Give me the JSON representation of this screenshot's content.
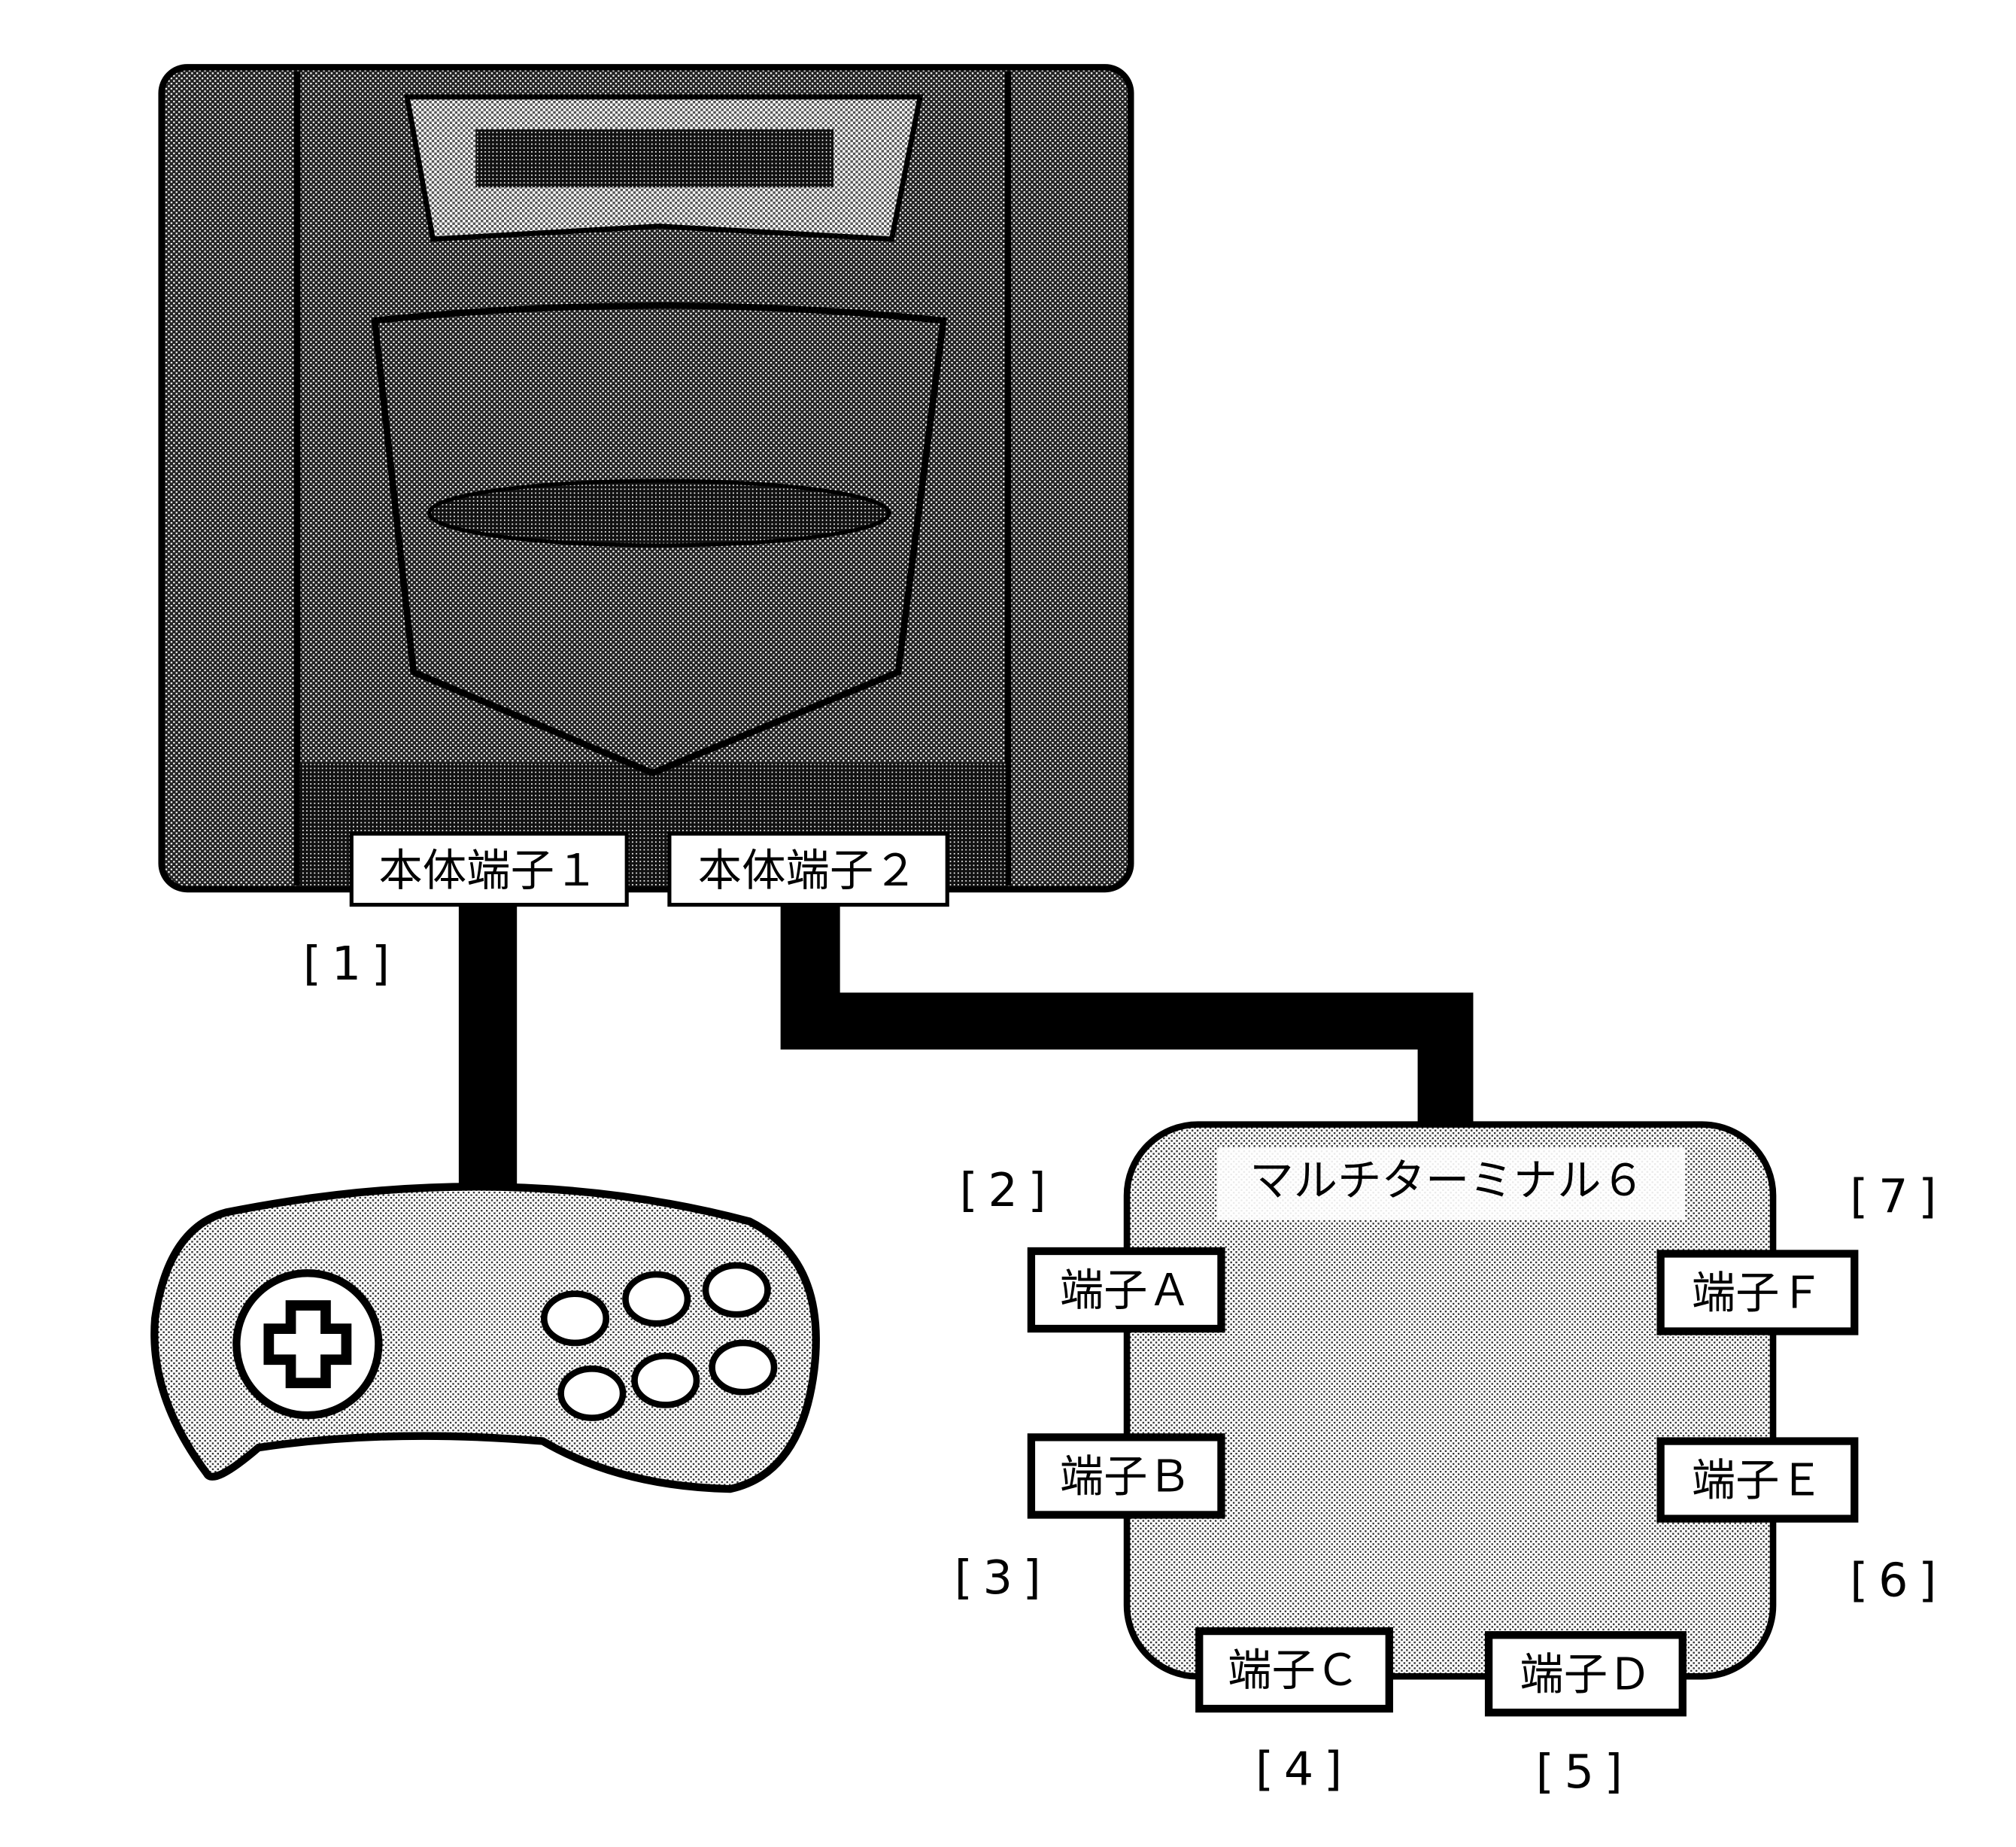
{
  "console": {
    "port1_label": "本体端子１",
    "port2_label": "本体端子２"
  },
  "multi_terminal": {
    "title": "マルチターミナル６",
    "terminals": {
      "a": "端子Ａ",
      "b": "端子Ｂ",
      "c": "端子Ｃ",
      "d": "端子Ｄ",
      "e": "端子Ｅ",
      "f": "端子Ｆ"
    }
  },
  "markers": [
    "[1]",
    "[2]",
    "[3]",
    "[4]",
    "[5]",
    "[6]",
    "[7]"
  ],
  "colors": {
    "ink": "#000000",
    "paper": "#ffffff"
  }
}
